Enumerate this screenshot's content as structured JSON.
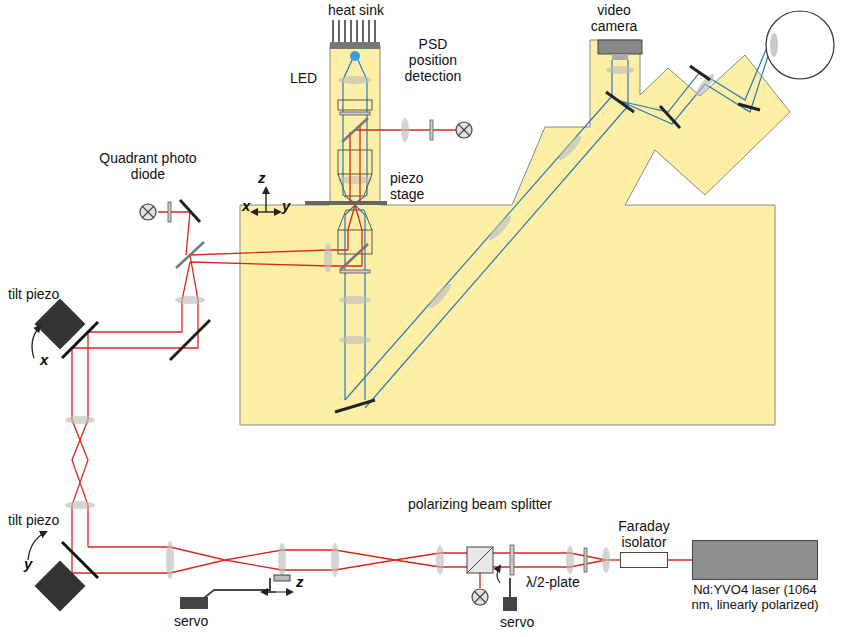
{
  "diagram": {
    "nodes": [
      {
        "text": [
          "Nd:YVO4 laser (1064 nm, linearly polarized)"
        ]
      },
      {
        "text": [
          "Faraday isolator"
        ]
      }
    ],
    "edges": [
      {
        "from": 0,
        "to": 1,
        "arrow": "none"
      }
    ],
    "labels": [
      "heat sink",
      "LED",
      "PSD position detection",
      "video camera",
      "Quadrant photo diode",
      "z",
      "x",
      "y",
      "piezo stage",
      "tilt piezo",
      "x",
      "tilt piezo",
      "y",
      "servo",
      "z",
      "polarizing beam splitter",
      "λ/2-plate",
      "servo"
    ]
  }
}
